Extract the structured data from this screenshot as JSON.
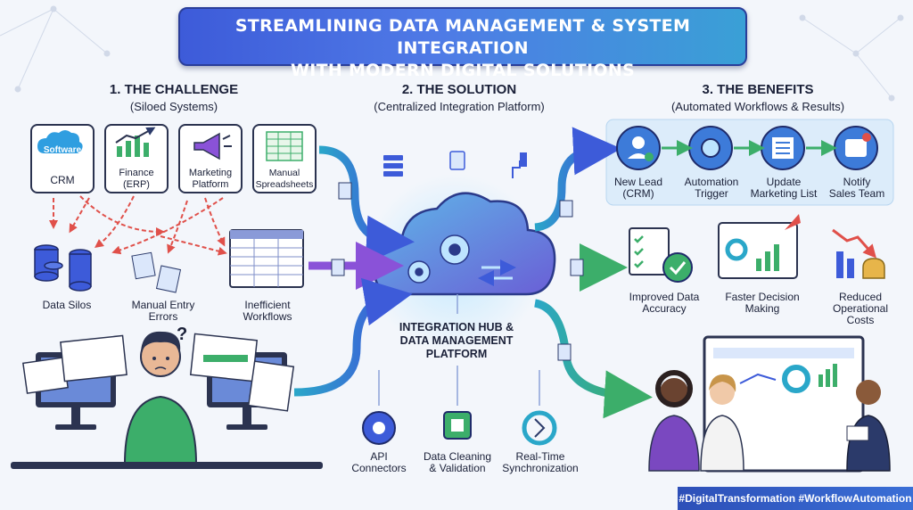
{
  "title": {
    "line1": "STREAMLINING DATA MANAGEMENT & SYSTEM INTEGRATION",
    "line2": "WITH MODERN DIGITAL SOLUTIONS"
  },
  "challenge": {
    "heading": "1. THE CHALLENGE",
    "subheading": "(Siloed Systems)",
    "systems": [
      {
        "label": "CRM",
        "logo": "Software"
      },
      {
        "label": "Finance\n(ERP)"
      },
      {
        "label": "Marketing\nPlatform"
      },
      {
        "label": "Manual\nSpreadsheets"
      }
    ],
    "problems": [
      "Data Silos",
      "Manual Entry\nErrors",
      "Inefficient\nWorkflows"
    ],
    "question_mark": "?"
  },
  "solution": {
    "heading": "2. THE SOLUTION",
    "subheading": "(Centralized Integration Platform)",
    "hub_label": "INTEGRATION HUB &\nDATA MANAGEMENT\nPLATFORM",
    "capabilities": [
      "API\nConnectors",
      "Data Cleaning\n& Validation",
      "Real-Time\nSynchronization"
    ]
  },
  "benefits": {
    "heading": "3. THE BENEFITS",
    "subheading": "(Automated Workflows & Results)",
    "workflow": [
      "New Lead\n(CRM)",
      "Automation\nTrigger",
      "Update\nMarketing List",
      "Notify\nSales Team"
    ],
    "results": [
      "Improved Data\nAccuracy",
      "Faster Decision\nMaking",
      "Reduced\nOperational\nCosts"
    ]
  },
  "footer": {
    "hashtags": "#DigitalTransformation #WorkflowAutomation"
  },
  "colors": {
    "accent": "#3d5bd9",
    "teal": "#2aa7c9",
    "green": "#3cae6a",
    "purple": "#8a52d8",
    "red": "#e0504a"
  }
}
